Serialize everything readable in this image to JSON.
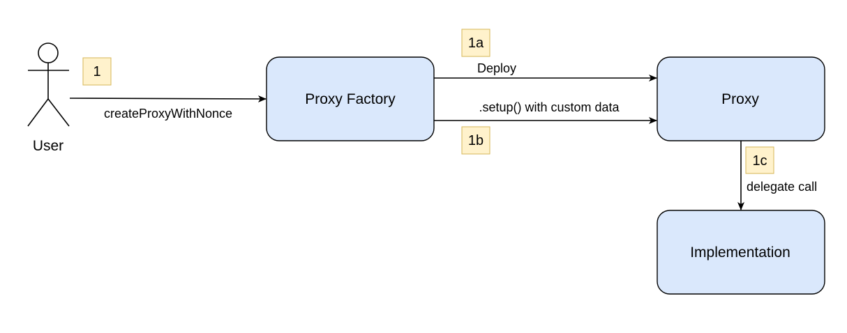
{
  "actor": {
    "label": "User"
  },
  "nodes": {
    "proxy_factory": "Proxy Factory",
    "proxy": "Proxy",
    "implementation": "Implementation"
  },
  "edges": {
    "create": "createProxyWithNonce",
    "deploy": "Deploy",
    "setup": ".setup() with custom data",
    "delegate": "delegate call"
  },
  "steps": {
    "s1": "1",
    "s1a": "1a",
    "s1b": "1b",
    "s1c": "1c"
  },
  "colors": {
    "node_fill": "#dae8fc",
    "node_stroke": "#000000",
    "step_fill": "#fff2cc",
    "step_stroke": "#d6b656"
  }
}
